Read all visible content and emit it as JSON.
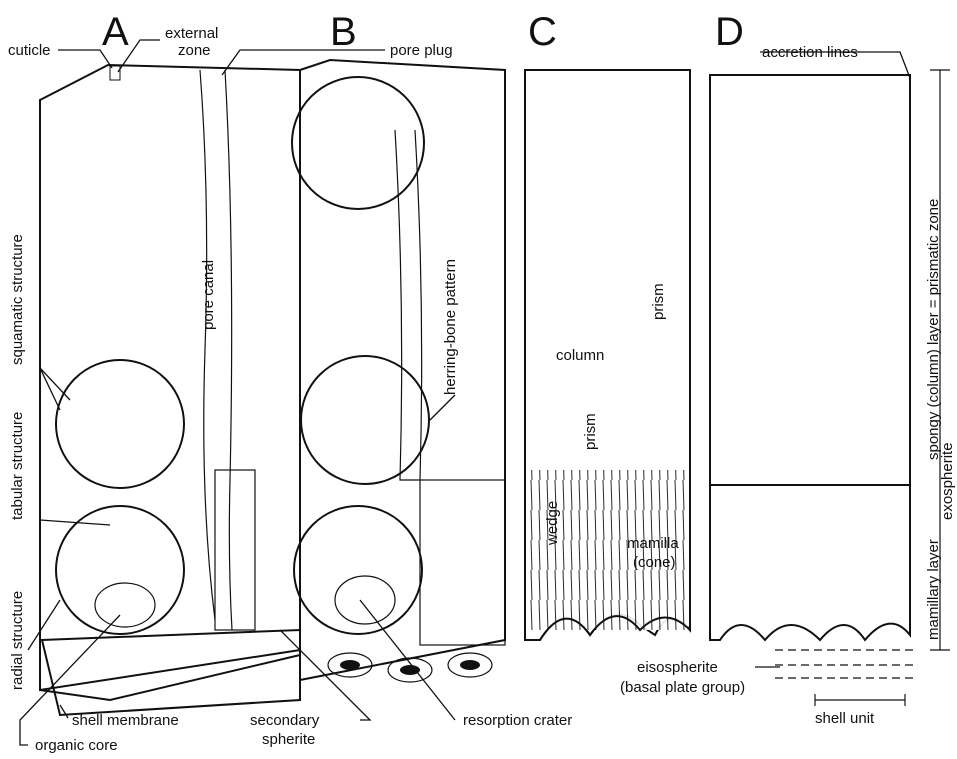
{
  "panels": {
    "a": "A",
    "b": "B",
    "c": "C",
    "d": "D"
  },
  "labels": {
    "cuticle": "cuticle",
    "external_zone_1": "external",
    "external_zone_2": "zone",
    "pore_plug": "pore plug",
    "accretion_lines": "accretion lines",
    "pore_canal": "pore canal",
    "herring_bone": "herring-bone pattern",
    "squamatic": "squamatic structure",
    "tabular": "tabular structure",
    "radial": "radial structure",
    "prism_upper": "prism",
    "column": "column",
    "prism_lower": "prism",
    "wedge": "wedge",
    "mamilla": "mamilla",
    "cone": "(cone)",
    "spongy_layer": "spongy (column) layer = prismatic zone",
    "mamillary_layer": "mamillary layer",
    "exosphere": "exospherite",
    "eisospherite": "eisospherite",
    "basal_plate": "(basal plate group)",
    "shell_unit": "shell unit",
    "shell_membrane": "shell membrane",
    "organic_core": "organic core",
    "secondary_1": "secondary",
    "secondary_2": "spherite",
    "resorption": "resorption crater"
  }
}
